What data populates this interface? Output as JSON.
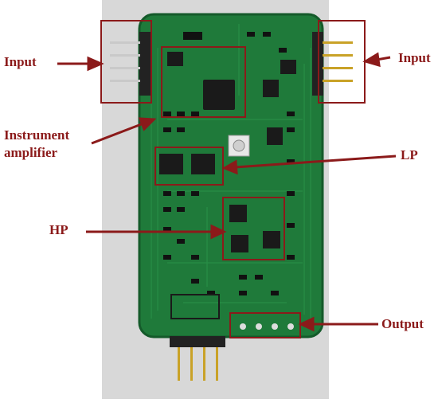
{
  "labels": {
    "input_left": "Input",
    "input_right": "Input",
    "instrument_line1": "Instrument",
    "instrument_line2": "amplifier",
    "lp": "LP",
    "hp": "HP",
    "output": "Output"
  },
  "colors": {
    "annotation": "#8b1a1a",
    "pcb": "#1f7a3a",
    "pcb_dark": "#145a2a",
    "photo_bg": "#d9d9d9",
    "chip": "#1a1a1a",
    "pin": "#c9a227"
  }
}
